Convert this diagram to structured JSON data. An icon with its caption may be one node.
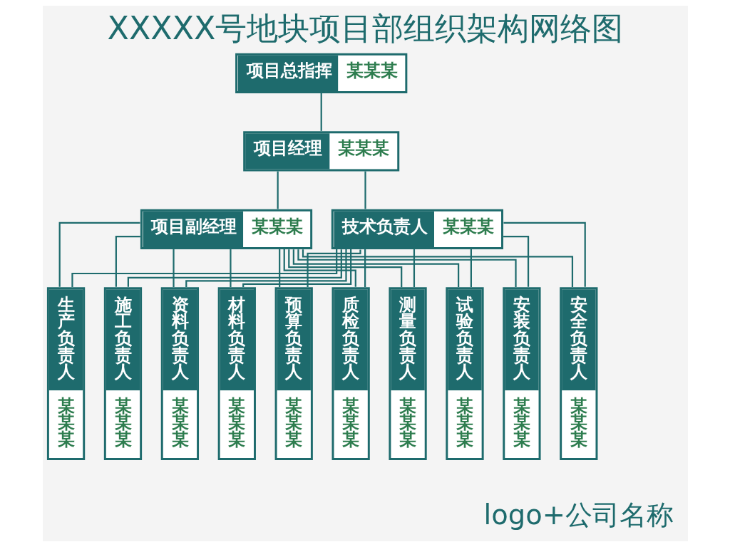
{
  "diagram": {
    "title": "XXXXX号地块项目部组织架构网络图",
    "nodes": [
      {
        "text": [
          "项目总指挥",
          "某某某"
        ]
      },
      {
        "text": [
          "项目经理",
          "某某某"
        ]
      },
      {
        "text": [
          "项目副经理",
          "某某某"
        ]
      },
      {
        "text": [
          "技术负责人",
          "某某某"
        ]
      },
      {
        "text": [
          "生产负责人",
          "某某某"
        ]
      },
      {
        "text": [
          "施工负责人",
          "某某某"
        ]
      },
      {
        "text": [
          "资料负责人",
          "某某某"
        ]
      },
      {
        "text": [
          "材料负责人",
          "某某某"
        ]
      },
      {
        "text": [
          "预算负责人",
          "某某某"
        ]
      },
      {
        "text": [
          "质检负责人",
          "某某某"
        ]
      },
      {
        "text": [
          "测量负责人",
          "某某某"
        ]
      },
      {
        "text": [
          "试验负责人",
          "某某某"
        ]
      },
      {
        "text": [
          "安装负责人",
          "某某某"
        ]
      },
      {
        "text": [
          "安全负责人",
          "某某某"
        ]
      }
    ],
    "edges": [
      {
        "from": 0,
        "to": 1,
        "arrow": "none"
      },
      {
        "from": 1,
        "to": 2,
        "arrow": "none"
      },
      {
        "from": 1,
        "to": 3,
        "arrow": "none"
      },
      {
        "from": 2,
        "to": 4,
        "arrow": "none"
      },
      {
        "from": 2,
        "to": 5,
        "arrow": "none"
      },
      {
        "from": 2,
        "to": 6,
        "arrow": "none"
      },
      {
        "from": 2,
        "to": 7,
        "arrow": "none"
      },
      {
        "from": 2,
        "to": 8,
        "arrow": "none"
      },
      {
        "from": 2,
        "to": 9,
        "arrow": "none"
      },
      {
        "from": 2,
        "to": 10,
        "arrow": "none"
      },
      {
        "from": 2,
        "to": 11,
        "arrow": "none"
      },
      {
        "from": 2,
        "to": 12,
        "arrow": "none"
      },
      {
        "from": 2,
        "to": 13,
        "arrow": "none"
      },
      {
        "from": 3,
        "to": 4,
        "arrow": "none"
      },
      {
        "from": 3,
        "to": 5,
        "arrow": "none"
      },
      {
        "from": 3,
        "to": 6,
        "arrow": "none"
      },
      {
        "from": 3,
        "to": 7,
        "arrow": "none"
      },
      {
        "from": 3,
        "to": 8,
        "arrow": "none"
      },
      {
        "from": 3,
        "to": 9,
        "arrow": "none"
      },
      {
        "from": 3,
        "to": 10,
        "arrow": "none"
      },
      {
        "from": 3,
        "to": 11,
        "arrow": "none"
      },
      {
        "from": 3,
        "to": 12,
        "arrow": "none"
      },
      {
        "from": 3,
        "to": 13,
        "arrow": "none"
      }
    ],
    "labels": [
      "logo+公司名称"
    ]
  }
}
